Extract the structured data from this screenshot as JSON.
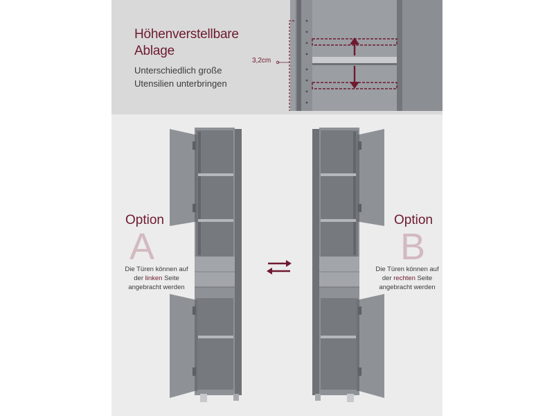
{
  "colors": {
    "accent": "#6e1a30",
    "letter_tint": "#d3b9c0",
    "cabinet": "#8e9196",
    "cabinet_dark": "#6e7176",
    "cabinet_light": "#b4b7bb",
    "panel_bg": "#ececec",
    "top_band": "#d9d9d9"
  },
  "feature": {
    "heading_line1": "Höhenverstellbare",
    "heading_line2": "Ablage",
    "sub_line1": "Unterschiedlich große",
    "sub_line2": "Utensilien unterbringen",
    "dimension": "3,2cm"
  },
  "option_a": {
    "word": "Option",
    "letter": "A",
    "desc_line1": "Die Türen können auf",
    "desc_line2_pre": "der ",
    "desc_line2_em": "linken",
    "desc_line2_post": " Seite",
    "desc_line3": "angebracht werden"
  },
  "option_b": {
    "word": "Option",
    "letter": "B",
    "desc_line1": "Die Türen können auf",
    "desc_line2_pre": "der ",
    "desc_line2_em": "rechten",
    "desc_line2_post": " Seite",
    "desc_line3": "angebracht werden"
  },
  "icons": {
    "swap": "swap-arrows-icon",
    "up": "arrow-up-icon",
    "down": "arrow-down-icon"
  }
}
